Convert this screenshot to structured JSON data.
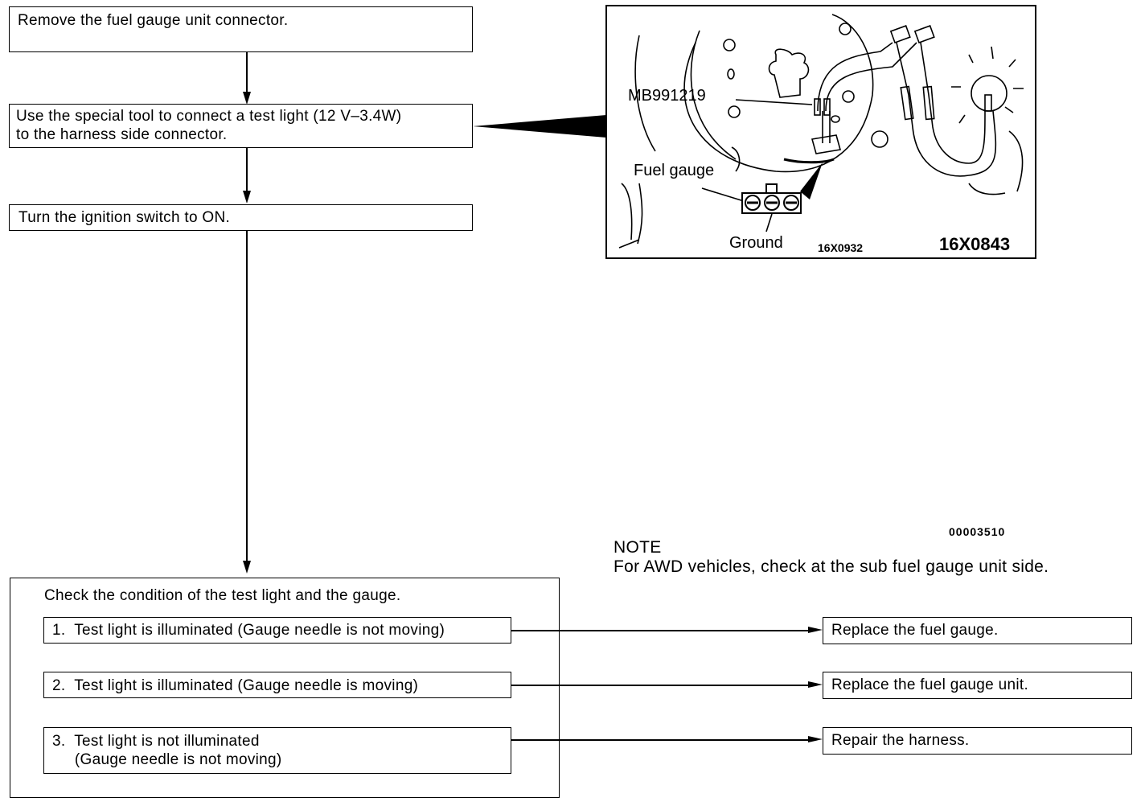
{
  "steps": [
    {
      "text": "Remove the fuel gauge unit connector."
    },
    {
      "text": "Use the special tool to connect a test light (12 V–3.4W)\nto the harness side connector."
    },
    {
      "text": "Turn the ignition switch to ON."
    }
  ],
  "check": {
    "title": "Check the condition of the test light and the gauge.",
    "conditions": [
      {
        "text": "1.  Test light is illuminated (Gauge needle is not moving)",
        "result": "Replace the fuel gauge."
      },
      {
        "text": "2.  Test light is illuminated (Gauge needle is moving)",
        "result": "Replace the fuel gauge unit."
      },
      {
        "text": "3.  Test light is not illuminated\n     (Gauge needle is not moving)",
        "result": "Repair the harness."
      }
    ]
  },
  "illustration": {
    "tool_label": "MB991219",
    "fuel_gauge_label": "Fuel gauge",
    "ground_label": "Ground",
    "sub_code": "16X0932",
    "main_code": "16X0843"
  },
  "doc_code": "00003510",
  "note": {
    "heading": "NOTE",
    "text": "For AWD vehicles, check at the sub fuel gauge unit side."
  }
}
